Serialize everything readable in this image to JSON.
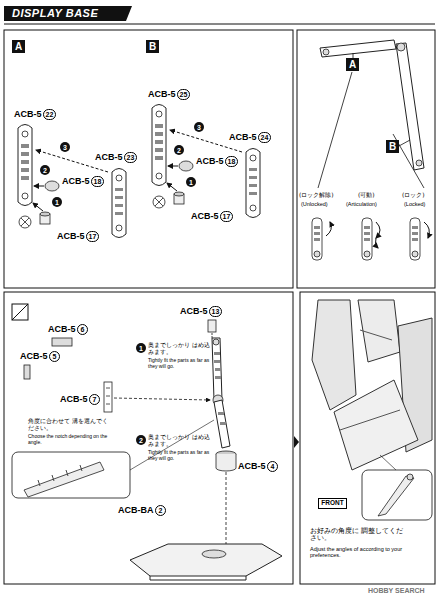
{
  "diagram": {
    "title": "DISPLAY BASE",
    "nodes": [
      {
        "text": [
          "A"
        ]
      },
      {
        "text": [
          "22"
        ]
      },
      {
        "text": [
          "3"
        ]
      },
      {
        "text": [
          "23"
        ]
      },
      {
        "text": [
          "2"
        ]
      },
      {
        "text": [
          "18"
        ]
      },
      {
        "text": [
          "1"
        ]
      },
      {
        "text": [
          "17"
        ]
      },
      {
        "text": [
          "B"
        ]
      },
      {
        "text": [
          "25"
        ]
      },
      {
        "text": [
          "3"
        ]
      },
      {
        "text": [
          "24"
        ]
      },
      {
        "text": [
          "2"
        ]
      },
      {
        "text": [
          "18"
        ]
      },
      {
        "text": [
          "1"
        ]
      },
      {
        "text": [
          "17"
        ]
      },
      {
        "text": [
          "A"
        ]
      },
      {
        "text": [
          "B"
        ]
      },
      {
        "text": [
          "6"
        ]
      },
      {
        "text": [
          "5"
        ]
      },
      {
        "text": [
          "13"
        ]
      },
      {
        "text": [
          "1"
        ]
      },
      {
        "text": [
          "7"
        ]
      },
      {
        "text": [
          "2"
        ]
      },
      {
        "text": [
          "4"
        ]
      },
      {
        "text": [
          "2"
        ]
      },
      {
        "text": [
          "FRONT"
        ]
      }
    ],
    "labels": [
      "ACB-5",
      "ACB-5",
      "ACB-5",
      "ACB-5",
      "ACB-5",
      "ACB-5",
      "ACB-5",
      "ACB-5",
      "(ロック解除)",
      "(Unlocked)",
      "(可動)",
      "(Articulation)",
      "(ロック)",
      "(Locked)",
      "ACB-5",
      "ACB-5",
      "ACB-5",
      "奥までしっかり はめ込みます。",
      "Tightly fit the parts as far as they will go.",
      "ACB-5",
      "角度に合わせて 溝を選んでください。",
      "Choose the notch depending on the angle.",
      "奥までしっかり はめ込みます。",
      "Tightly fit the parts as far as they will go.",
      "ACB-5",
      "ACB-BA",
      "お好みの角度に 調整してください。",
      "Adjust the angles of according to your preferences.",
      "HOBBY SEARCH"
    ]
  }
}
